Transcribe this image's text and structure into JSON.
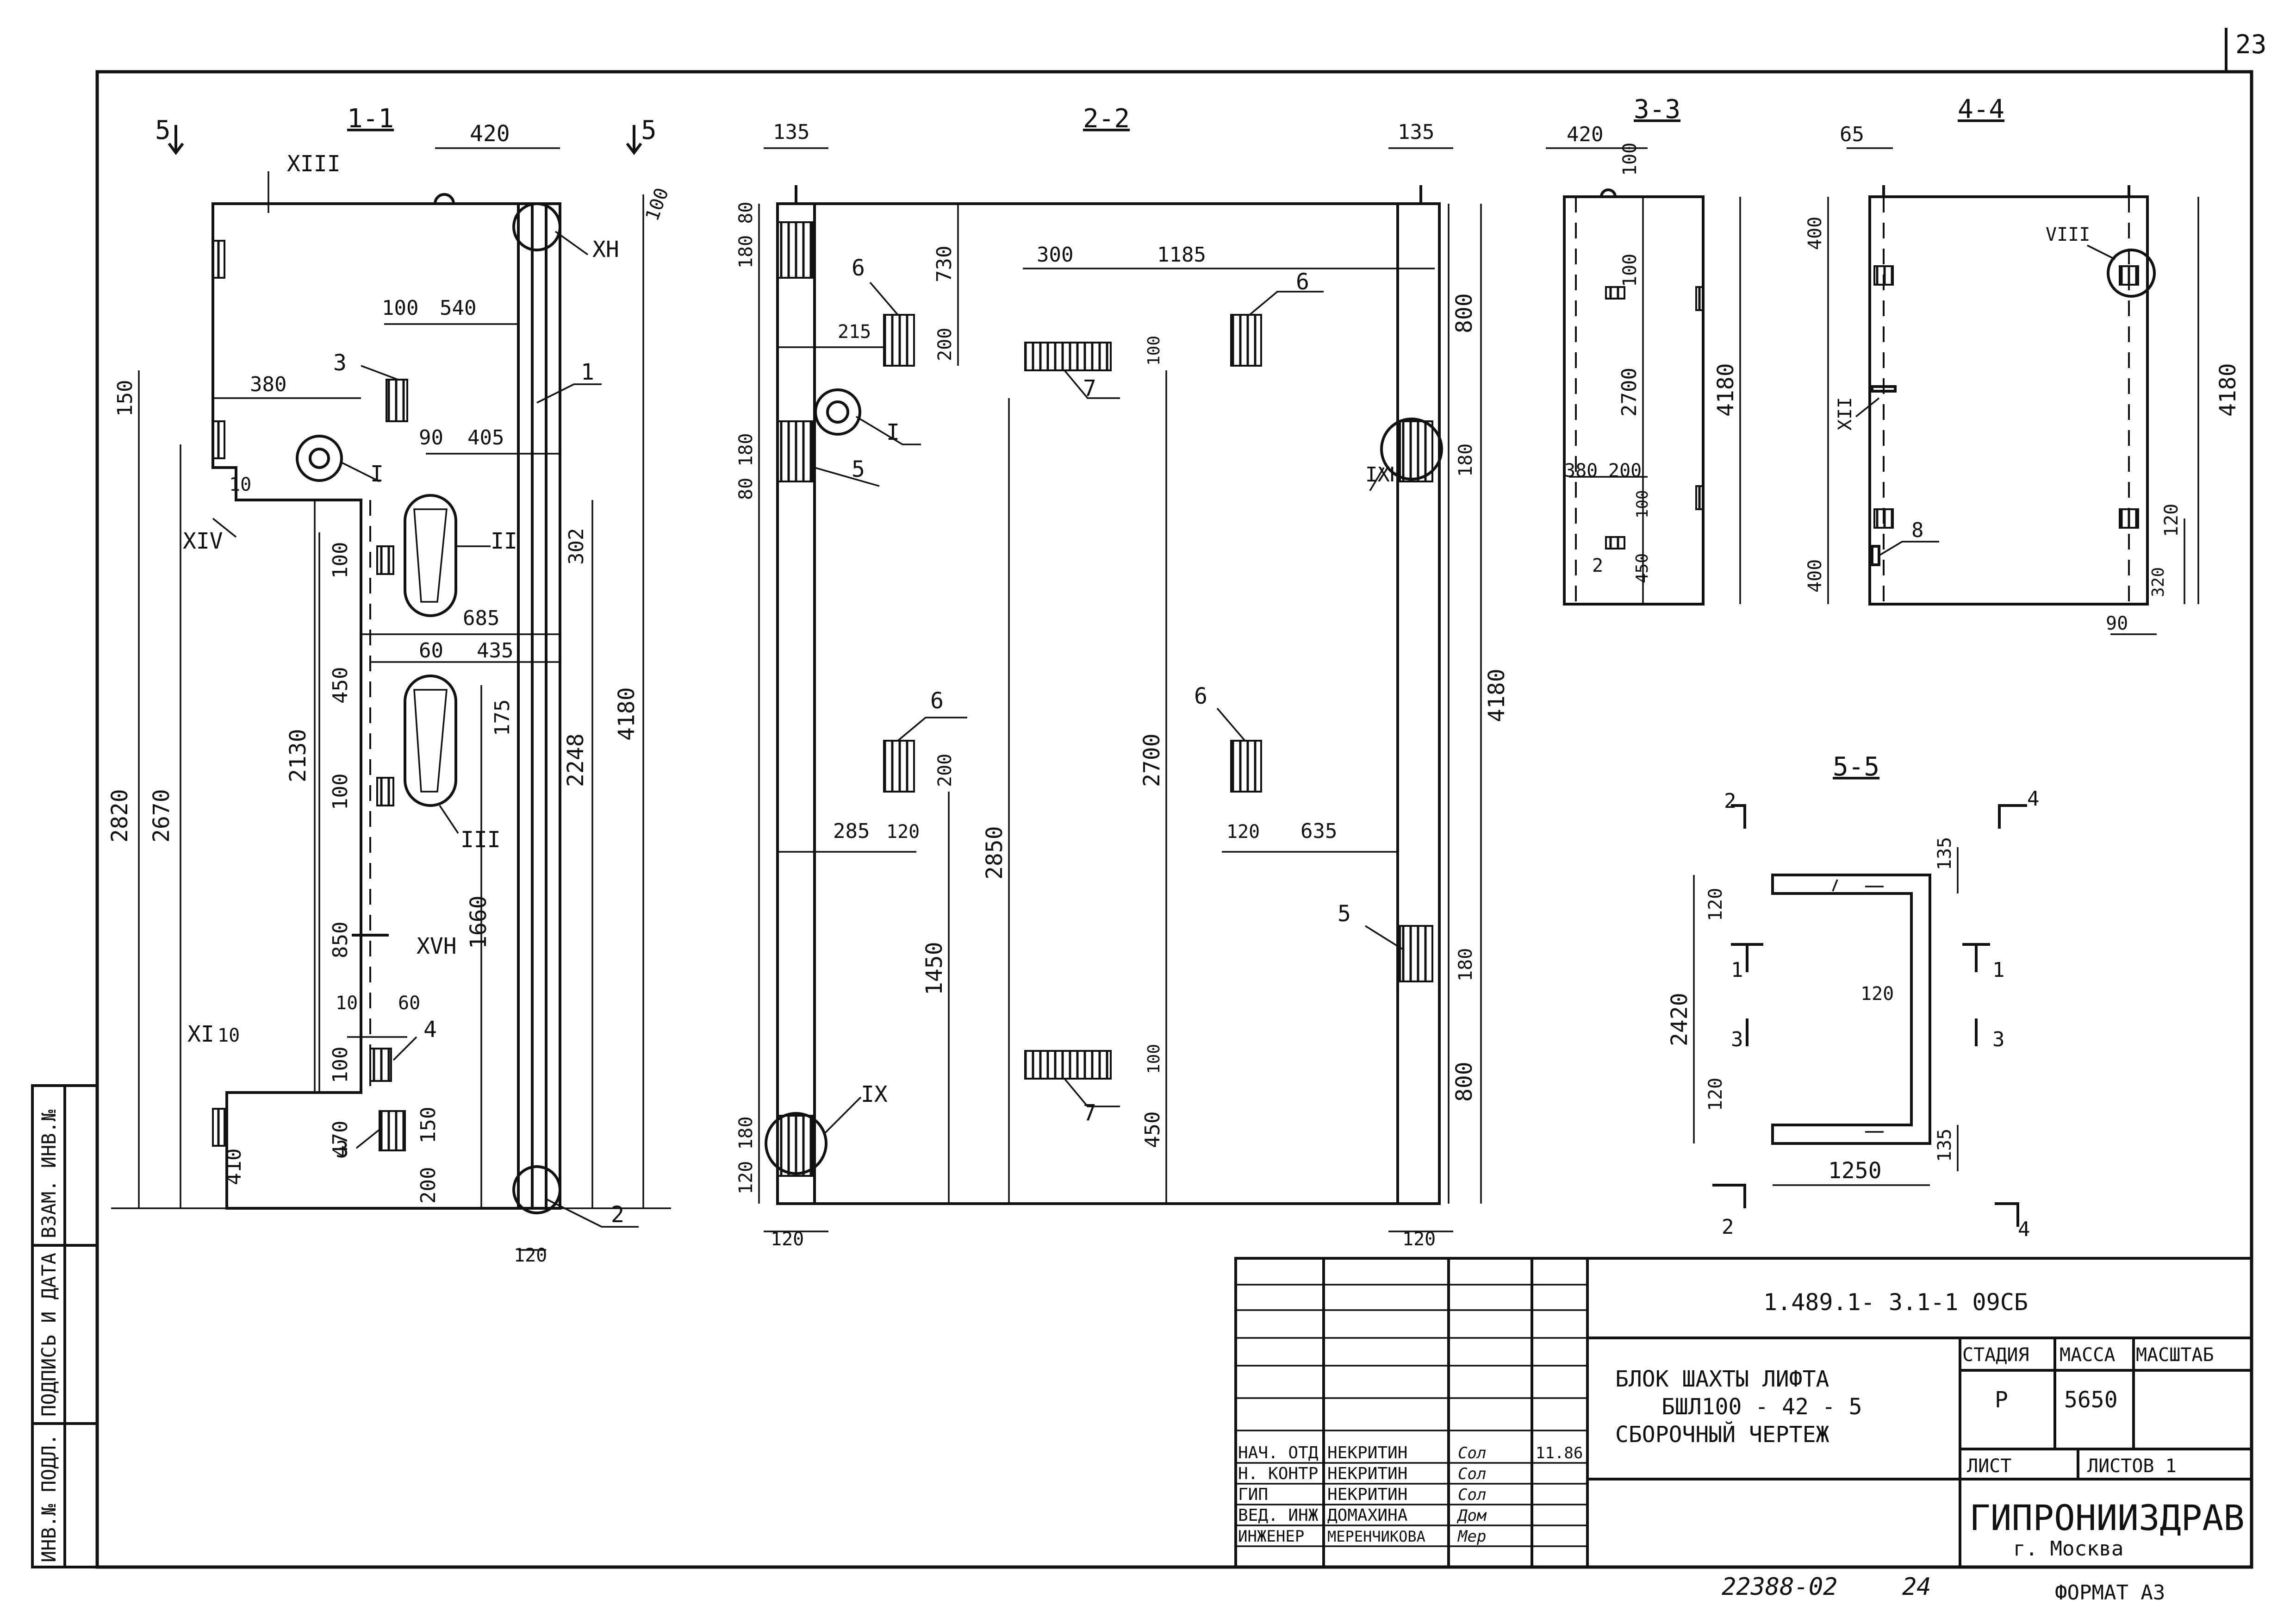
{
  "sheet_number": "23",
  "sections": {
    "s1": "1-1",
    "s2": "2-2",
    "s3": "3-3",
    "s4": "4-4",
    "s5": "5-5",
    "mark5": "5"
  },
  "labels": {
    "XIII": "XIII",
    "XH": "XН",
    "XIV": "XIV",
    "XI": "XI",
    "XVH": "XVН",
    "II": "II",
    "III": "III",
    "I": "I",
    "IXH": "IXН",
    "IX": "IX",
    "VIII": "VIII",
    "XII": "XII",
    "n1": "1",
    "n2": "2",
    "n3": "3",
    "n4": "4",
    "n5": "5",
    "n6": "6",
    "n7": "7",
    "n8": "8",
    "n10": "10"
  },
  "dims1": {
    "d420": "420",
    "d100": "100",
    "d540": "540",
    "d380": "380",
    "d150": "150",
    "d90": "90",
    "d405": "405",
    "d302": "302",
    "d685": "685",
    "d60": "60",
    "d435": "435",
    "d175": "175",
    "d450": "450",
    "d2130": "2130",
    "d2670": "2670",
    "d2820": "2820",
    "d2248": "2248",
    "d4180": "4180",
    "d1660": "1660",
    "d850": "850",
    "d10": "10",
    "d470": "470",
    "d410": "410",
    "d200": "200",
    "d120": "120"
  },
  "dims2": {
    "d135": "135",
    "d180_80": "180 80",
    "d730": "730",
    "d215": "215",
    "d200": "200",
    "d300": "300",
    "d1185": "1185",
    "d800": "800",
    "d80_180": "80 180",
    "d180": "180",
    "d100": "100",
    "d2700": "2700",
    "d2850": "2850",
    "d285": "285",
    "d120": "120",
    "d635": "635",
    "d1450": "1450",
    "d450": "450",
    "d4180": "4180",
    "d120_180": "120 180"
  },
  "dims3": {
    "d420": "420",
    "d100": "100",
    "d2700": "2700",
    "d4180": "4180",
    "d380": "380",
    "d200": "200",
    "d450": "450",
    "d65": "65",
    "d400": "400",
    "d120": "120",
    "d320": "320",
    "d90": "90",
    "d135": "135",
    "d2420": "2420",
    "d1250": "1250"
  },
  "side_stamp": {
    "inv_podl": "ИНВ.№ ПОДЛ.",
    "podpis": "ПОДПИСЬ И ДАТА",
    "vzam": "ВЗАМ. ИНВ.№"
  },
  "title_block": {
    "doc_code": "1.489.1- 3.1-1 09СБ",
    "title_line1": "БЛОК ШАХТЫ ЛИФТА",
    "title_line2": "БШЛ100 - 42 - 5",
    "title_line3": "СБОРОЧНЫЙ ЧЕРТЕЖ",
    "col_stage": "СТАДИЯ",
    "col_mass": "МАССА",
    "col_scale": "МАСШТАБ",
    "stage": "Р",
    "mass": "5650",
    "sheet_label": "ЛИСТ",
    "sheets_label": "ЛИСТОВ 1",
    "org": "ГИПРОНИИЗДРАВ",
    "city": "г. Москва",
    "date": "11.86",
    "people": [
      {
        "role": "НАЧ. ОТД.",
        "name": "НЕКРИТИН",
        "sign": "Сол"
      },
      {
        "role": "Н. КОНТР.",
        "name": "НЕКРИТИН",
        "sign": "Сол"
      },
      {
        "role": "ГИП",
        "name": "НЕКРИТИН",
        "sign": "Сол"
      },
      {
        "role": "ВЕД. ИНЖ.",
        "name": "ДОМАХИНА",
        "sign": "Дом"
      },
      {
        "role": "ИНЖЕНЕР",
        "name": "МЕРЕНЧИКОВА",
        "sign": "Мер"
      }
    ]
  },
  "footer": {
    "order": "22388-02",
    "page": "24",
    "format": "ФОРМАТ А3"
  }
}
